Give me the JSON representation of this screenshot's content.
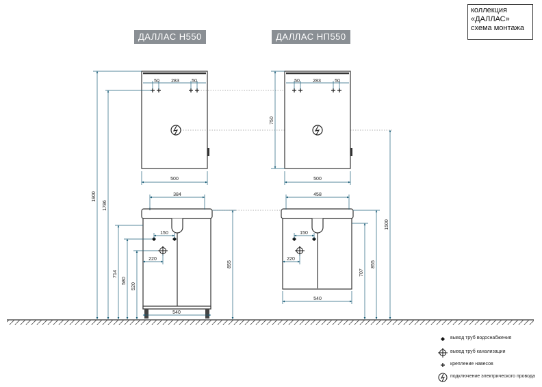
{
  "info": {
    "line1": "коллекция",
    "line2": "«ДАЛЛАС»",
    "line3": "схема монтажа"
  },
  "models": {
    "left": "ДАЛЛАС Н550",
    "right": "ДАЛЛАС НП550"
  },
  "dims": {
    "left_mirror_top_a": "50",
    "left_mirror_top_b": "283",
    "left_mirror_top_c": "50",
    "right_mirror_top_a": "50",
    "right_mirror_top_b": "283",
    "right_mirror_top_c": "50",
    "left_mirror_width": "500",
    "right_mirror_width": "500",
    "right_mirror_height": "750",
    "left_basin_width": "384",
    "right_basin_width": "458",
    "left_pipe_spacing": "150",
    "right_pipe_spacing": "150",
    "left_drain_offset": "220",
    "right_drain_offset": "220",
    "left_cabinet_width": "540",
    "right_cabinet_width": "540",
    "h1900": "1900",
    "h1786": "1786",
    "h714": "714",
    "h580": "580",
    "h520": "520",
    "h855_left": "855",
    "h707": "707",
    "h855_right": "855",
    "h1500": "1500"
  },
  "legend": {
    "water": "вывод труб водоснабжения",
    "drain": "вывод труб канализации",
    "hinge": "крепление навесов",
    "electric": "подключение электрического провода"
  },
  "colors": {
    "dimension": "#1c5f7a",
    "outline": "#333333",
    "title_bg": "#8a8f94"
  }
}
